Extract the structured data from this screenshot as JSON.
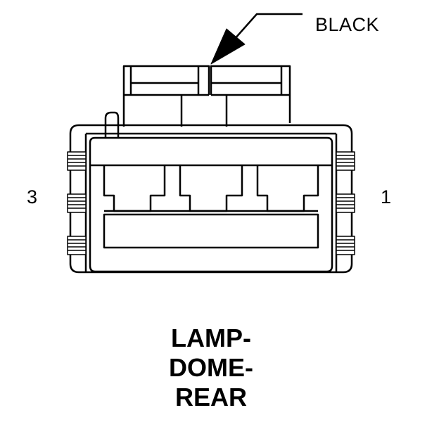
{
  "connector": {
    "color_label": "BLACK",
    "pin_left": "3",
    "pin_right": "1",
    "title_lines": [
      "LAMP-",
      "DOME-",
      "REAR"
    ]
  },
  "colors": {
    "line": "#000000",
    "background": "#ffffff"
  }
}
